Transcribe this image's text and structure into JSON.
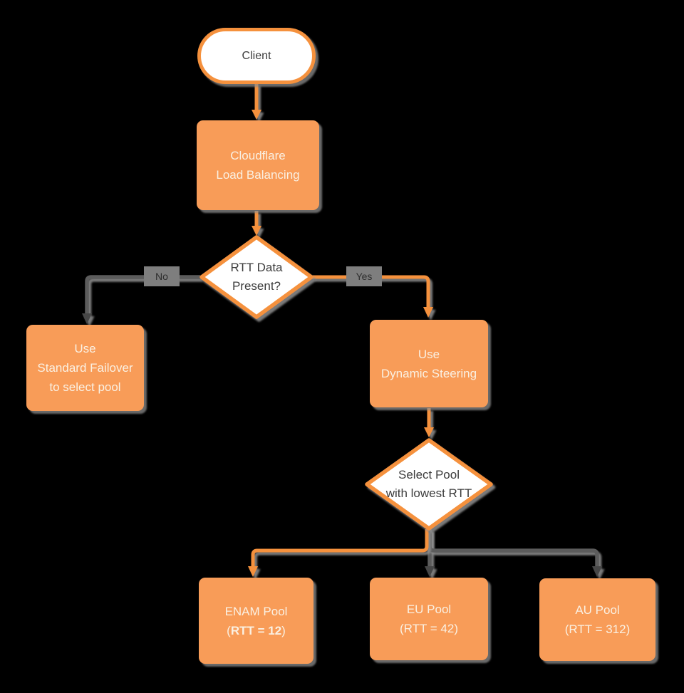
{
  "palette": {
    "orange_fill": "#F89C58",
    "orange_stroke": "#F5913D",
    "gray_edge": "#5B5B5B",
    "gray_head": "#464646",
    "shadow": "rgba(140,140,140,0.75)",
    "text_light": "#FAF0E2",
    "text_dark": "#3C3C3C",
    "label_bg": "#7E7E7E",
    "label_text": "#2E2E2E"
  },
  "nodes": {
    "client": {
      "label": "Client"
    },
    "load_balancer": {
      "line1": "Cloudflare",
      "line2": "Load Balancing"
    },
    "rtt_decision": {
      "line1": "RTT Data",
      "line2": "Present?"
    },
    "standard_failover": {
      "line1": "Use",
      "line2": "Standard Failover",
      "line3": "to select pool"
    },
    "dynamic_steering": {
      "line1": "Use",
      "line2": "Dynamic Steering"
    },
    "pool_decision": {
      "line1": "Select Pool",
      "line2": "with lowest RTT"
    },
    "enam_pool": {
      "line1": "ENAM Pool",
      "line2_prefix": "(",
      "line2_bold": "RTT = 12",
      "line2_suffix": ")"
    },
    "eu_pool": {
      "line1": "EU Pool",
      "line2": "(RTT = 42)"
    },
    "au_pool": {
      "line1": "AU Pool",
      "line2": "(RTT = 312)"
    }
  },
  "edge_labels": {
    "no": "No",
    "yes": "Yes"
  }
}
